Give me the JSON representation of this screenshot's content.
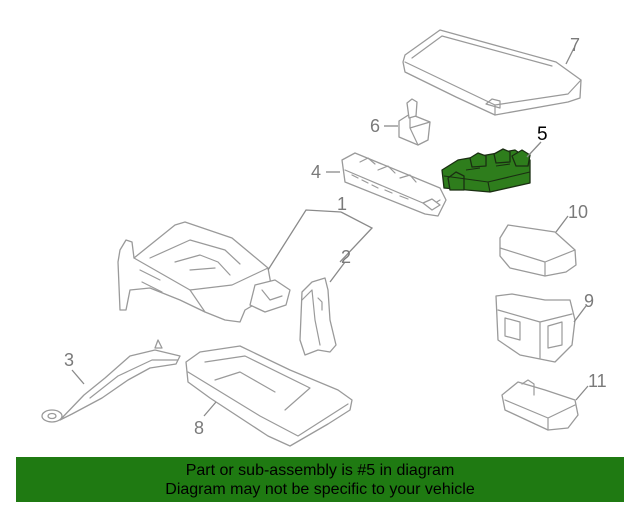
{
  "colors": {
    "highlight": "#2e7d1c",
    "banner": "#1f7a12",
    "outline": "#9a9a9a",
    "label": "#7a7a7a"
  },
  "callouts": {
    "c1": "1",
    "c2": "2",
    "c3": "3",
    "c4": "4",
    "c5": "5",
    "c6": "6",
    "c7": "7",
    "c8": "8",
    "c9": "9",
    "c10": "10",
    "c11": "11"
  },
  "banner": {
    "line1": "Part or sub-assembly is #5 in diagram",
    "line2": "Diagram may not be specific to your vehicle"
  }
}
